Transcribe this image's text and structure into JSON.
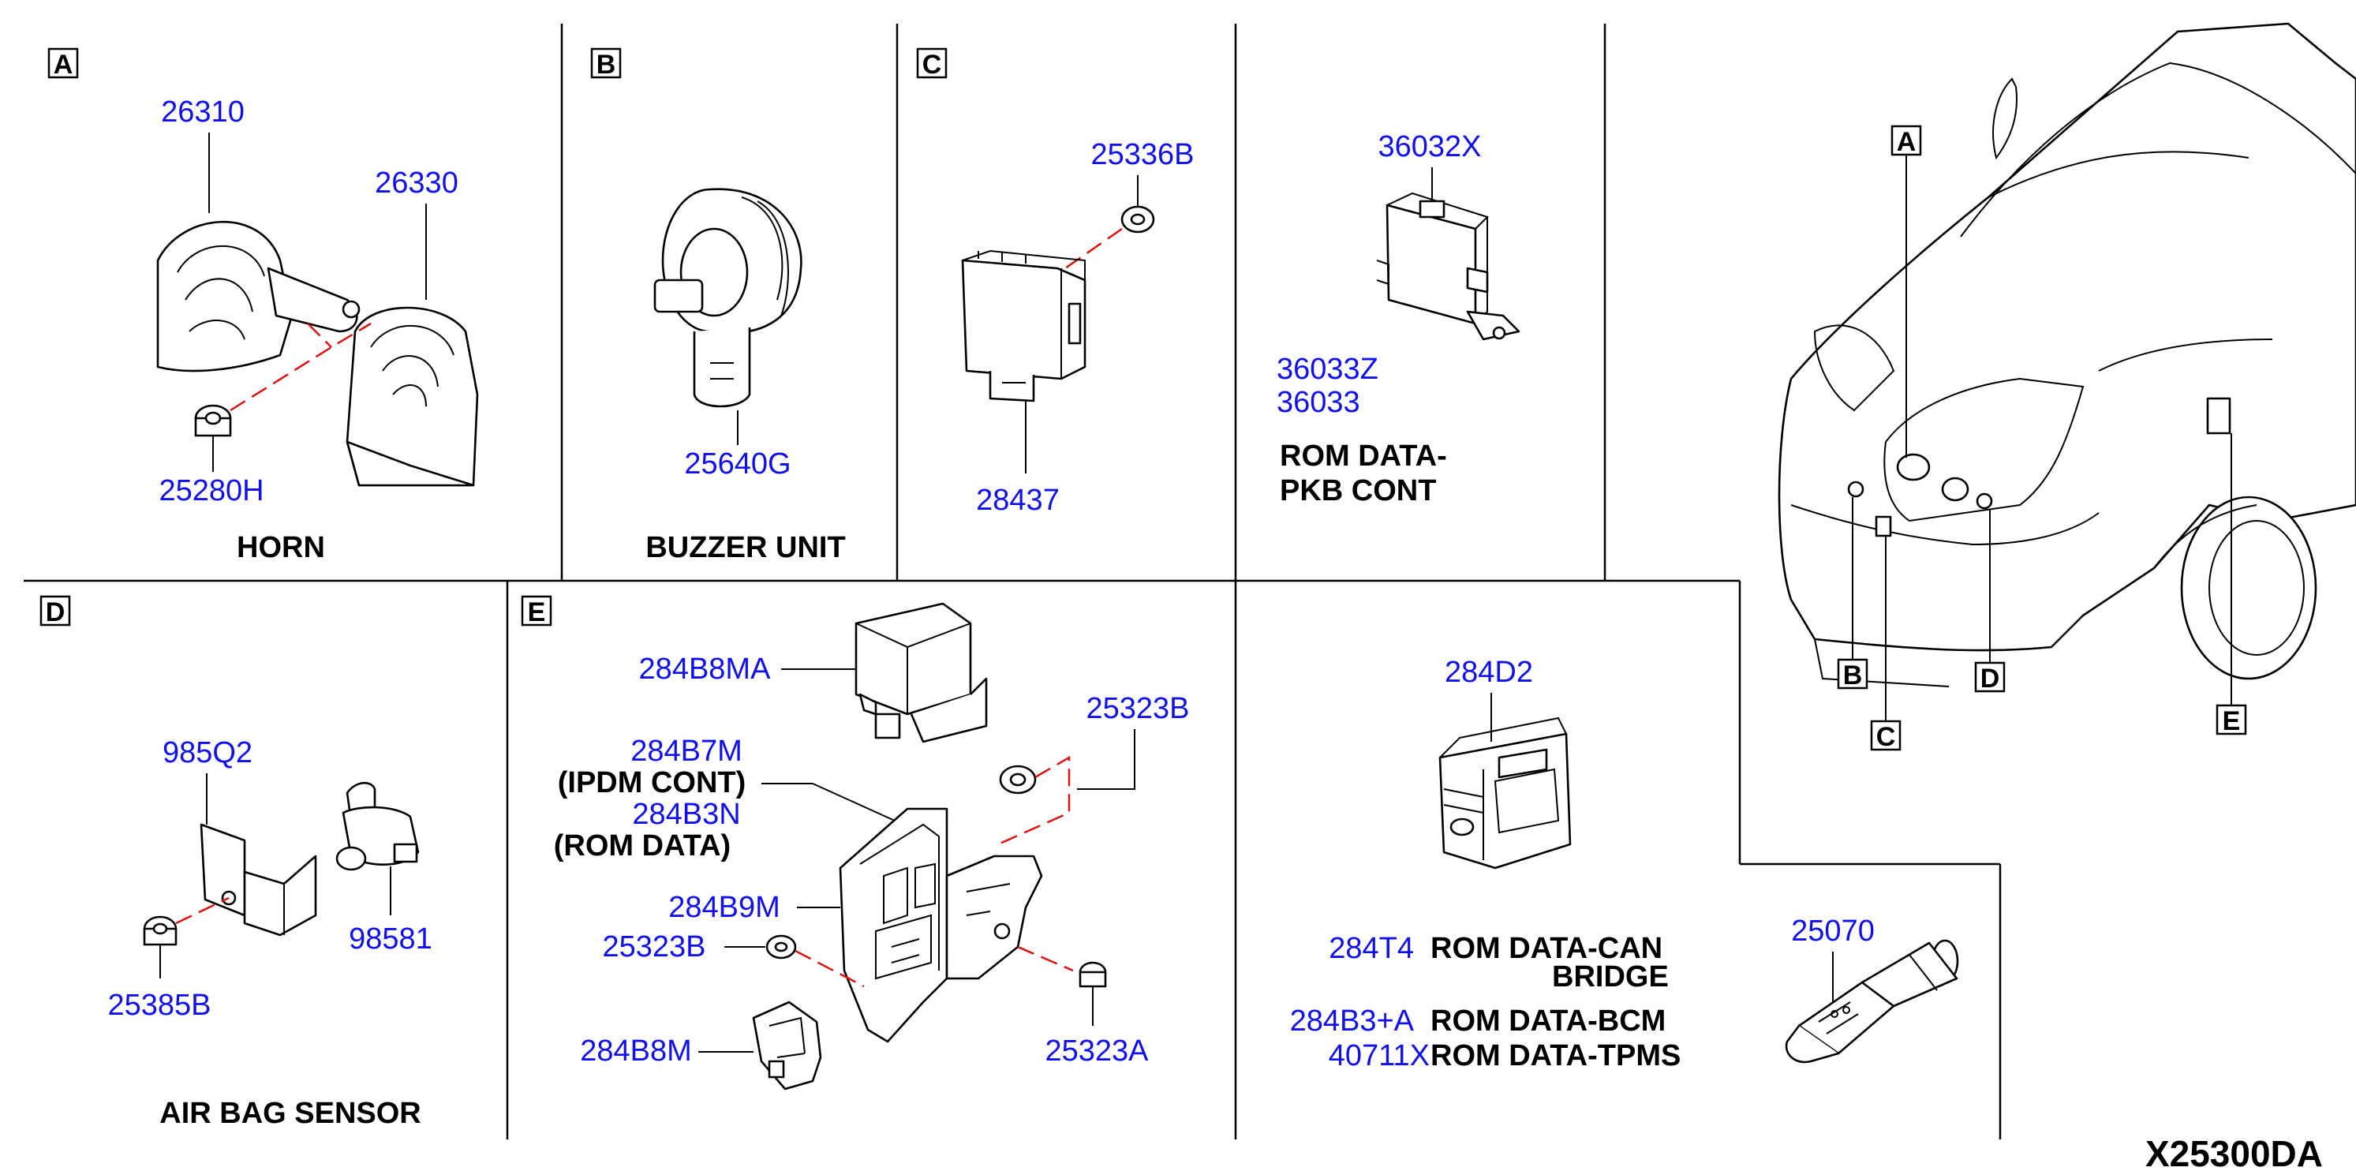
{
  "diagram_code": "X25300DA",
  "sections": {
    "A": {
      "key": "A",
      "parts": [
        "26310",
        "26330",
        "25280H"
      ],
      "label": "HORN"
    },
    "B": {
      "key": "B",
      "parts": [
        "25640G"
      ],
      "label": "BUZZER UNIT"
    },
    "C": {
      "key": "C",
      "parts": [
        "25336B",
        "28437"
      ]
    },
    "pkb": {
      "parts": [
        "36032X",
        "36033Z",
        "36033"
      ],
      "label_line1": "ROM DATA-",
      "label_line2": "PKB CONT"
    },
    "D": {
      "key": "D",
      "parts": [
        "985Q2",
        "98581",
        "25385B"
      ],
      "label": "AIR BAG SENSOR"
    },
    "E": {
      "key": "E",
      "parts": [
        "284B8MA",
        "25323B",
        "284B7M",
        "284B3N",
        "284B9M",
        "25323B",
        "284B8M",
        "25323A"
      ],
      "sublabels": [
        "(IPDM CONT)",
        "(ROM DATA)"
      ]
    },
    "can": {
      "parts": [
        "284D2",
        "284T4",
        "284B3+A",
        "40711X"
      ],
      "label_can1": "ROM DATA-CAN",
      "label_can2": "BRIDGE",
      "label_bcm": "ROM DATA-BCM",
      "label_tpms": "ROM DATA-TPMS"
    },
    "sensor": {
      "parts": [
        "25070"
      ]
    },
    "vehicle": {
      "keys": [
        "A",
        "B",
        "C",
        "D",
        "E"
      ]
    }
  }
}
